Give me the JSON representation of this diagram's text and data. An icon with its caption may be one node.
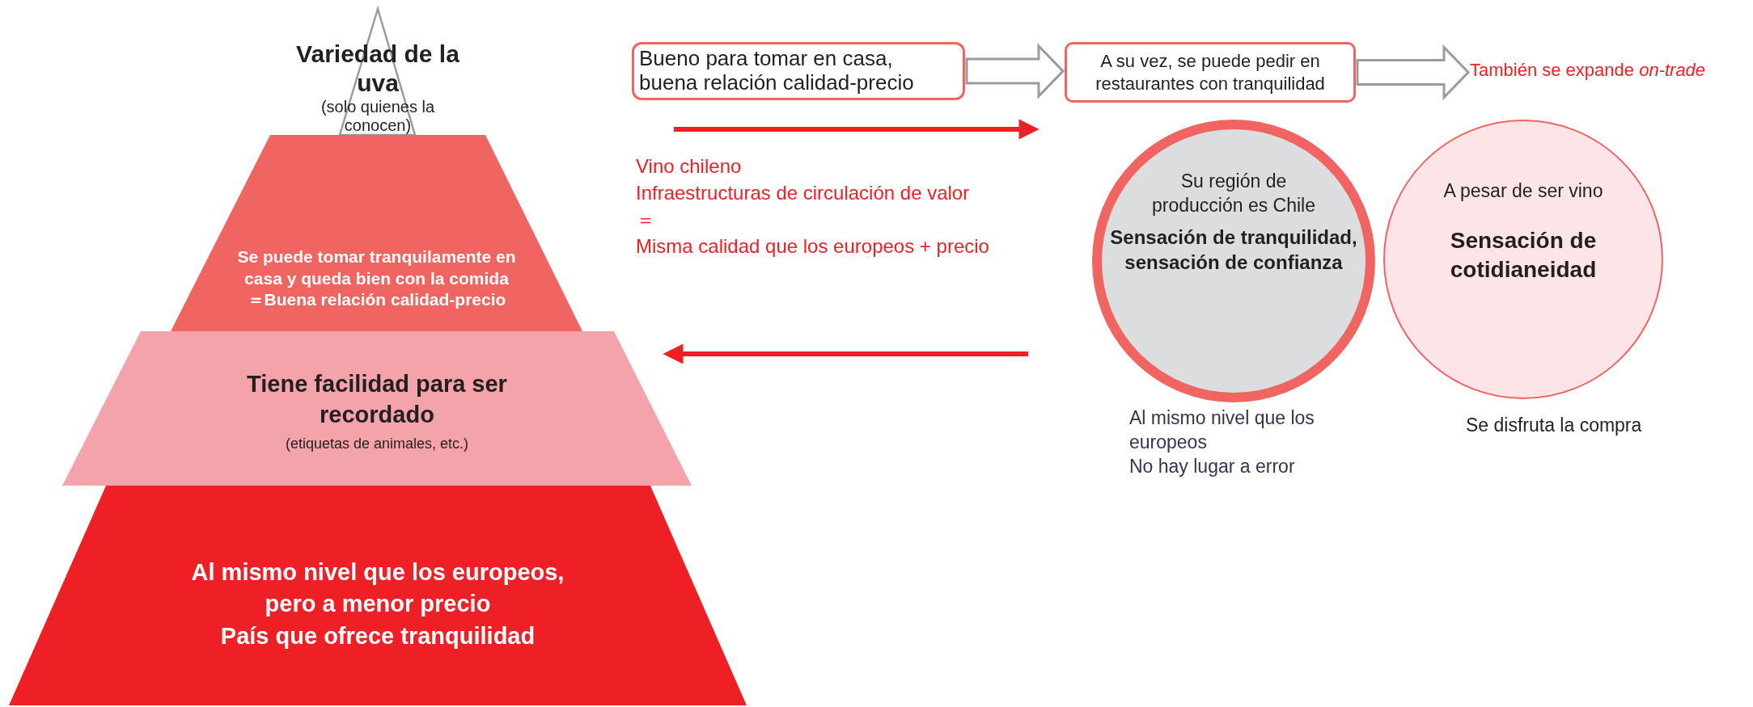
{
  "diagram": {
    "nodes": [
      {
        "text": [
          "Variedad de la uva",
          "(solo quienes la conocen)"
        ]
      },
      {
        "text": [
          "Se puede tomar tranquilamente en casa y queda bien con la comida",
          "＝Buena relación calidad-precio"
        ]
      },
      {
        "text": [
          "Tiene facilidad para ser recordado",
          "(etiquetas de animales, etc.)"
        ]
      },
      {
        "text": [
          "Al mismo nivel que los europeos, pero a menor precio",
          "País que ofrece tranquilidad"
        ]
      },
      {
        "text": [
          "Bueno para tomar en casa, buena relación calidad-precio"
        ]
      },
      {
        "text": [
          "A su vez, se puede pedir en restaurantes con tranquilidad"
        ]
      },
      {
        "text": [
          "También se expande *on-trade*"
        ]
      },
      {
        "text": [
          "Su región de producción es Chile",
          "Sensación de tranquilidad, sensación de confianza"
        ],
        "beside": [
          "Al mismo nivel que los europeos",
          "No hay lugar a error"
        ]
      },
      {
        "text": [
          "A pesar de ser vino",
          "Sensación de cotidianeidad"
        ],
        "beside": [
          "Se disfruta la compra"
        ]
      }
    ],
    "edges": [
      {
        "from": 4,
        "to": 5,
        "arrow": "to"
      },
      {
        "from": 5,
        "to": 6,
        "arrow": "to"
      }
    ],
    "labels": [
      "Vino chileno",
      "Infraestructuras de circulación de valor",
      "＝",
      "Misma calidad que los europeos + precio"
    ]
  }
}
